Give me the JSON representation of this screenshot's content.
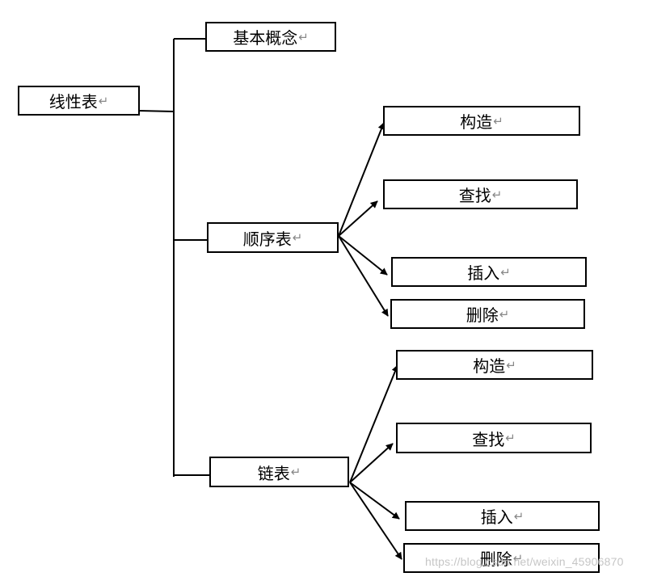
{
  "root": {
    "label": "线性表"
  },
  "concept": {
    "label": "基本概念"
  },
  "sequential": {
    "label": "顺序表",
    "children": [
      "构造",
      "查找",
      "插入",
      "删除"
    ]
  },
  "linked": {
    "label": "链表",
    "children": [
      "构造",
      "查找",
      "插入",
      "删除"
    ]
  },
  "return_mark": "↵",
  "watermark": "https://blog.csdn.net/weixin_45906870"
}
